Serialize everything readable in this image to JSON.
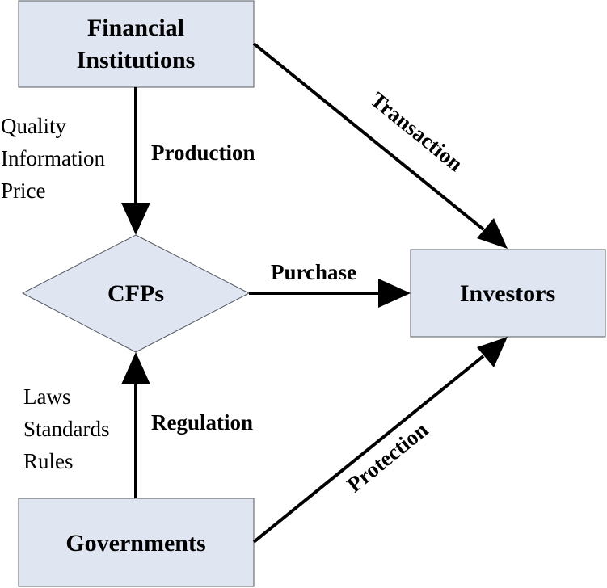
{
  "nodes": {
    "financial_institutions": {
      "line1": "Financial",
      "line2": "Institutions"
    },
    "cfps": {
      "label": "CFPs"
    },
    "investors": {
      "label": "Investors"
    },
    "governments": {
      "label": "Governments"
    }
  },
  "edges": {
    "production": "Production",
    "transaction": "Transaction",
    "purchase": "Purchase",
    "regulation": "Regulation",
    "protection": "Protection"
  },
  "notes": {
    "production_aspects": [
      "Quality",
      "Information",
      "Price"
    ],
    "regulation_instruments": [
      "Laws",
      "Standards",
      "Rules"
    ]
  },
  "colors": {
    "node_fill": "#dfe6f1",
    "node_border": "#555a60",
    "arrow": "#000000"
  }
}
